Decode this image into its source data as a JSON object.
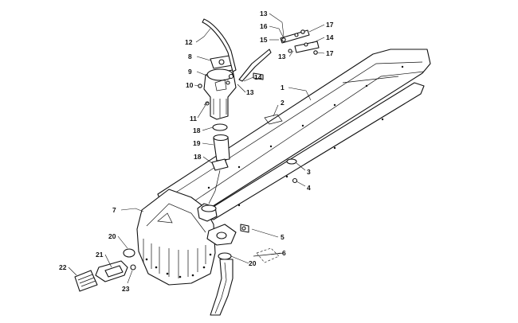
{
  "callouts": [
    {
      "id": "c1",
      "label": "1"
    },
    {
      "id": "c2",
      "label": "2"
    },
    {
      "id": "c3",
      "label": "3"
    },
    {
      "id": "c4",
      "label": "4"
    },
    {
      "id": "c5",
      "label": "5"
    },
    {
      "id": "c6",
      "label": "6"
    },
    {
      "id": "c7",
      "label": "7"
    },
    {
      "id": "c8",
      "label": "8"
    },
    {
      "id": "c9",
      "label": "9"
    },
    {
      "id": "c10",
      "label": "10"
    },
    {
      "id": "c11",
      "label": "11"
    },
    {
      "id": "c12",
      "label": "12"
    },
    {
      "id": "c13a",
      "label": "13"
    },
    {
      "id": "c13b",
      "label": "13"
    },
    {
      "id": "c13c",
      "label": "13"
    },
    {
      "id": "c14a",
      "label": "14"
    },
    {
      "id": "c14b",
      "label": "14"
    },
    {
      "id": "c15",
      "label": "15"
    },
    {
      "id": "c16",
      "label": "16"
    },
    {
      "id": "c17a",
      "label": "17"
    },
    {
      "id": "c17b",
      "label": "17"
    },
    {
      "id": "c18a",
      "label": "18"
    },
    {
      "id": "c18b",
      "label": "18"
    },
    {
      "id": "c19",
      "label": "19"
    },
    {
      "id": "c20a",
      "label": "20"
    },
    {
      "id": "c20b",
      "label": "20"
    },
    {
      "id": "c21",
      "label": "21"
    },
    {
      "id": "c22",
      "label": "22"
    },
    {
      "id": "c23",
      "label": "23"
    }
  ]
}
